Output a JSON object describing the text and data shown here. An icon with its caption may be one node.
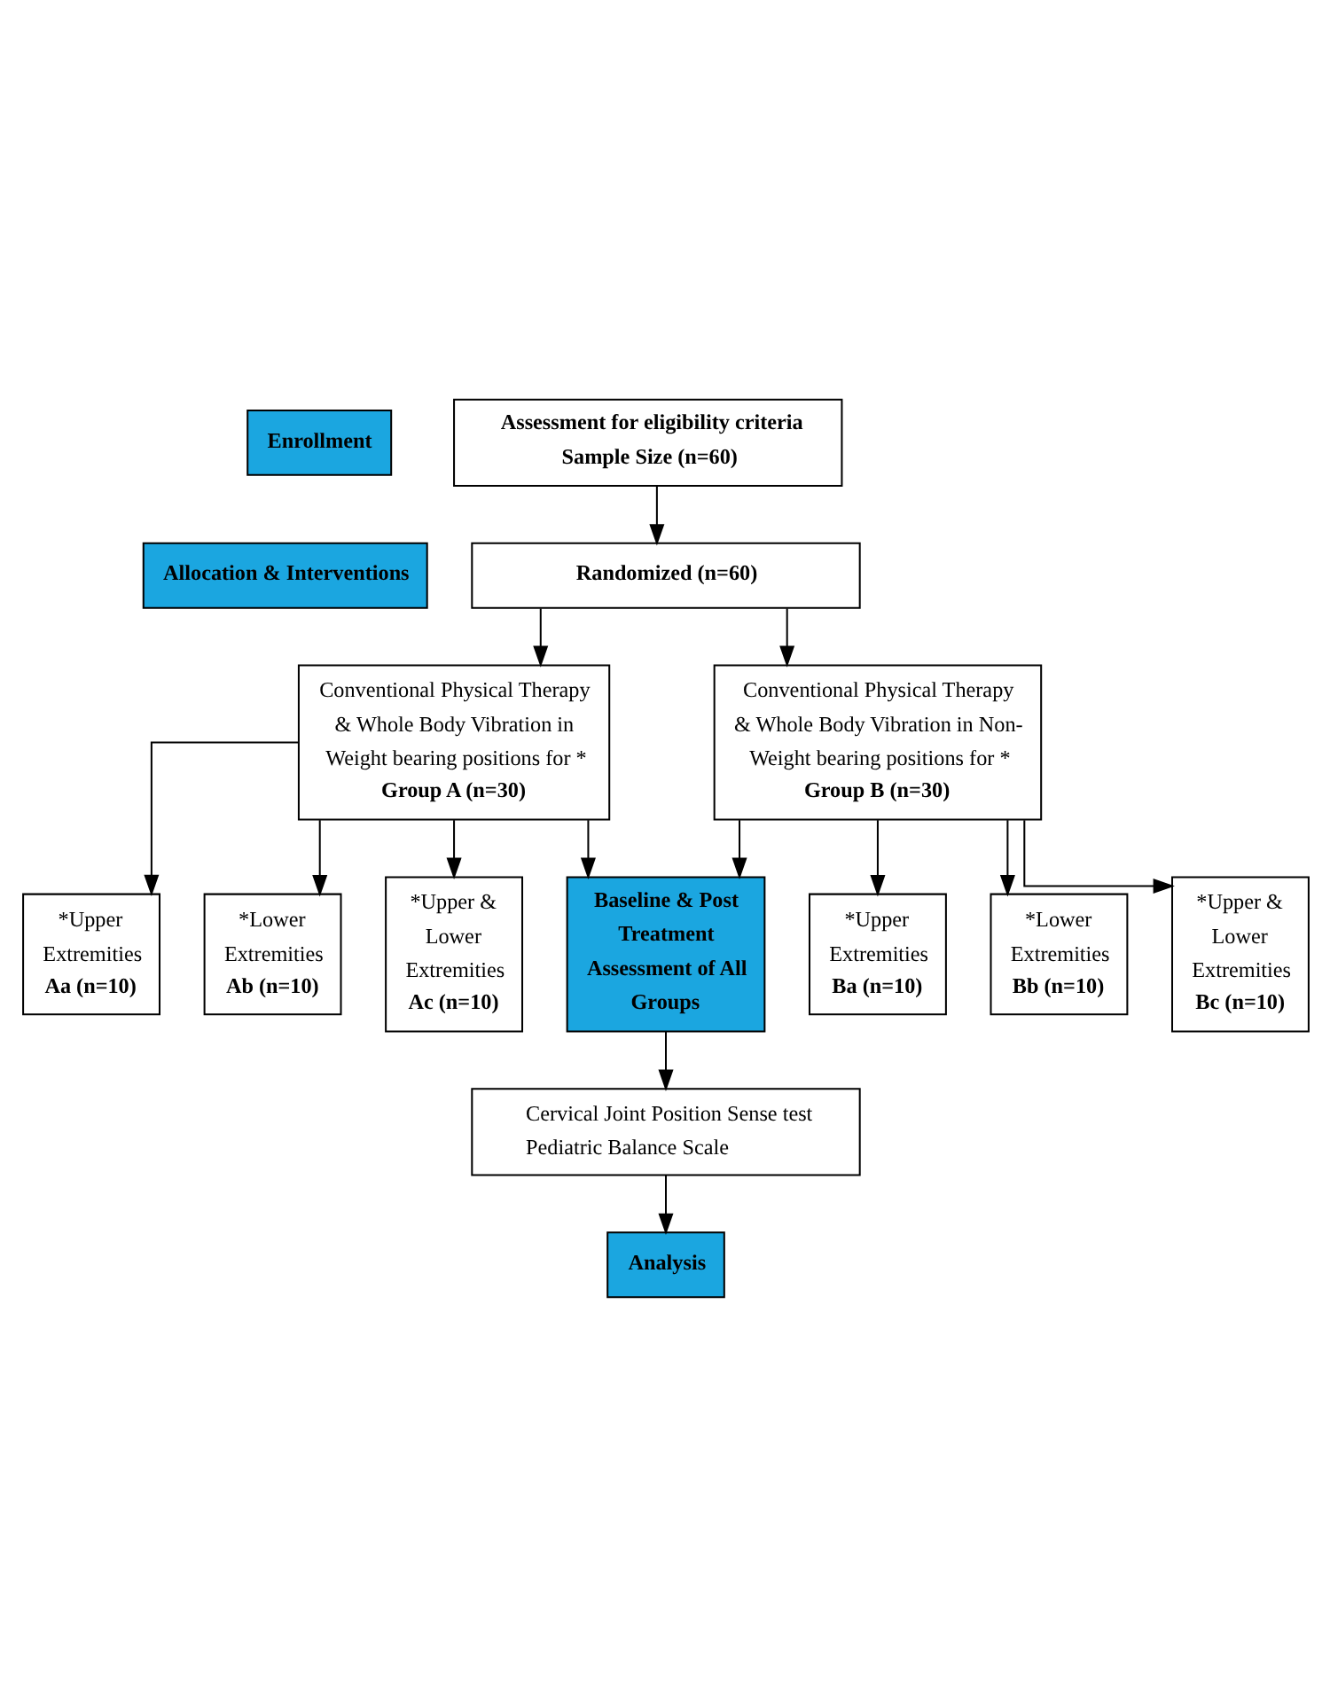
{
  "diagram": {
    "nodes": [
      {
        "text": [
          "Assessment for eligibility criteria",
          "Sample Size (n=60)"
        ]
      },
      {
        "text": [
          "Enrollment"
        ]
      },
      {
        "text": [
          "Randomized (n=60)"
        ]
      },
      {
        "text": [
          "Allocation & Interventions"
        ]
      },
      {
        "text": [
          "Conventional Physical Therapy & Whole Body Vibration in Weight bearing positions for *",
          "Group A (n=30)"
        ]
      },
      {
        "text": [
          "Conventional Physical Therapy & Whole Body Vibration in Non-Weight bearing positions for *",
          "Group B (n=30)"
        ]
      },
      {
        "text": [
          "*Upper Extremities",
          "Aa (n=10)"
        ]
      },
      {
        "text": [
          "*Lower Extremities",
          "Ab (n=10)"
        ]
      },
      {
        "text": [
          "*Upper & Lower Extremities",
          "Ac (n=10)"
        ]
      },
      {
        "text": [
          "*Upper Extremities",
          "Ba (n=10)"
        ]
      },
      {
        "text": [
          "*Lower Extremities",
          "Bb (n=10)"
        ]
      },
      {
        "text": [
          "*Upper & Lower Extremities",
          "Bc (n=10)"
        ]
      },
      {
        "text": [
          "Baseline & Post Treatment Assessment of All Groups"
        ]
      },
      {
        "text": [
          "Cervical Joint Position Sense test",
          "Pediatric Balance Scale"
        ]
      },
      {
        "text": [
          "Analysis"
        ]
      }
    ],
    "edges": [
      {
        "from": 0,
        "to": 2,
        "arrow": "to"
      },
      {
        "from": 2,
        "to": 4,
        "arrow": "to"
      },
      {
        "from": 2,
        "to": 5,
        "arrow": "to"
      },
      {
        "from": 4,
        "to": 6,
        "arrow": "to"
      },
      {
        "from": 4,
        "to": 7,
        "arrow": "to"
      },
      {
        "from": 4,
        "to": 8,
        "arrow": "to"
      },
      {
        "from": 4,
        "to": 12,
        "arrow": "to"
      },
      {
        "from": 5,
        "to": 9,
        "arrow": "to"
      },
      {
        "from": 5,
        "to": 10,
        "arrow": "to"
      },
      {
        "from": 5,
        "to": 11,
        "arrow": "to"
      },
      {
        "from": 5,
        "to": 12,
        "arrow": "to"
      },
      {
        "from": 12,
        "to": 13,
        "arrow": "to"
      },
      {
        "from": 13,
        "to": 14,
        "arrow": "to"
      }
    ]
  }
}
